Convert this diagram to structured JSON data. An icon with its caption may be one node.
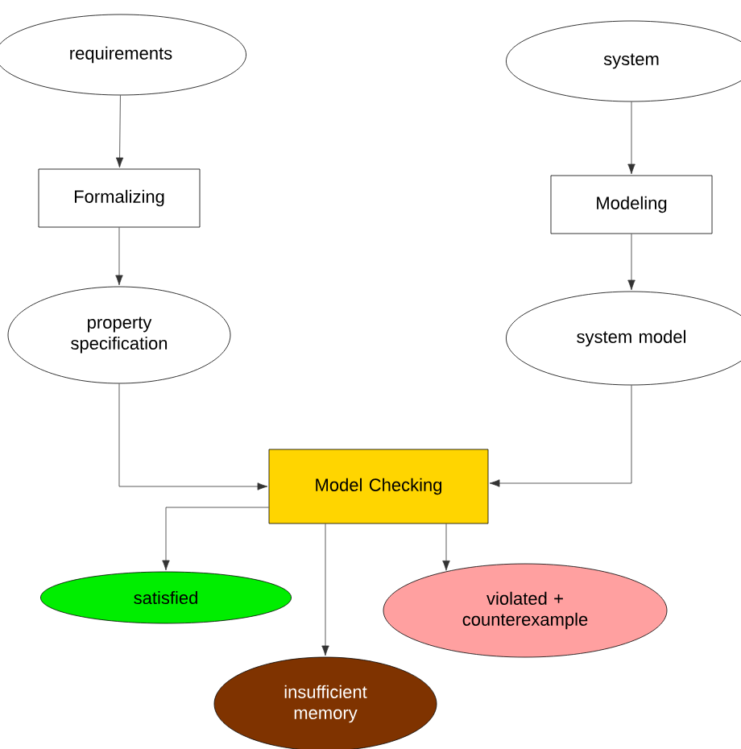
{
  "diagram": {
    "nodes": [
      {
        "text": [
          "requirements"
        ]
      },
      {
        "text": [
          "Formalizing"
        ]
      },
      {
        "text": [
          "property specification"
        ]
      },
      {
        "text": [
          "system"
        ]
      },
      {
        "text": [
          "Modeling"
        ]
      },
      {
        "text": [
          "system model"
        ]
      },
      {
        "text": [
          "Model Checking"
        ]
      },
      {
        "text": [
          "satisfied"
        ]
      },
      {
        "text": [
          "insufficient memory"
        ]
      },
      {
        "text": [
          "violated + counterexample"
        ]
      }
    ],
    "edges": [
      {
        "from": 0,
        "to": 1,
        "arrow": "to"
      },
      {
        "from": 1,
        "to": 2,
        "arrow": "to"
      },
      {
        "from": 3,
        "to": 4,
        "arrow": "to"
      },
      {
        "from": 4,
        "to": 5,
        "arrow": "to"
      },
      {
        "from": 2,
        "to": 6,
        "arrow": "to"
      },
      {
        "from": 5,
        "to": 6,
        "arrow": "to"
      },
      {
        "from": 6,
        "to": 7,
        "arrow": "to"
      },
      {
        "from": 6,
        "to": 8,
        "arrow": "to"
      },
      {
        "from": 6,
        "to": 9,
        "arrow": "to"
      }
    ]
  }
}
